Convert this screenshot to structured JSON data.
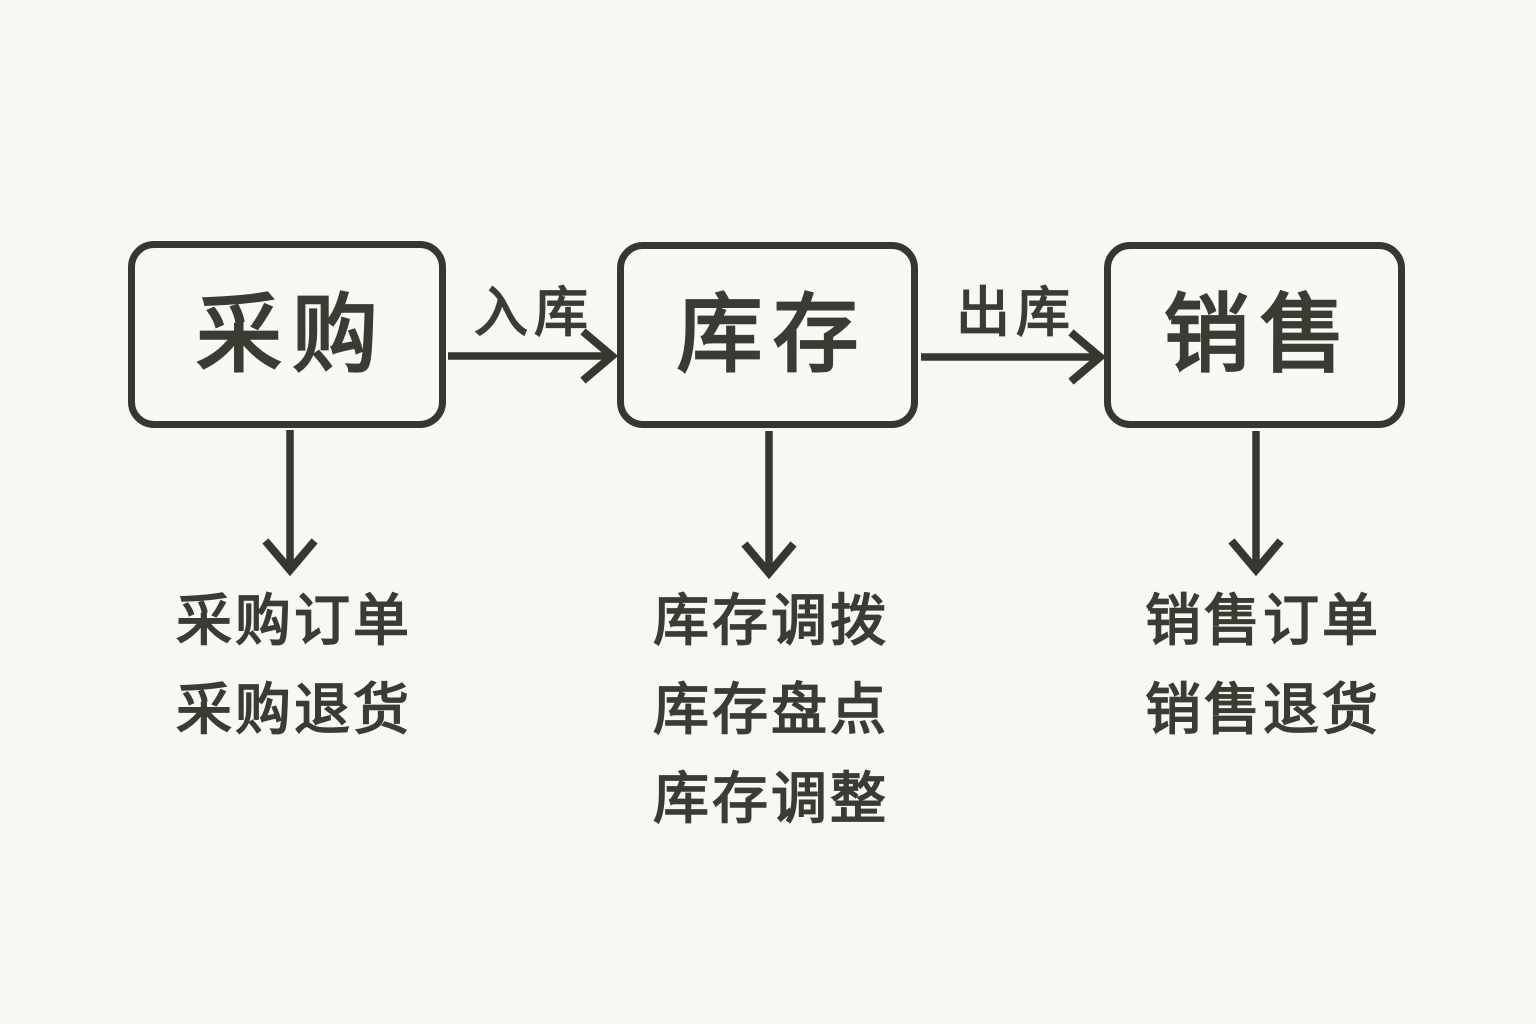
{
  "diagram": {
    "title_implied": "inventory-flow-diagram",
    "colors": {
      "background": "#f8f7f3",
      "stroke": "#38372f",
      "text": "#3b3a33"
    },
    "nodes": [
      {
        "id": "procurement",
        "label": "采购"
      },
      {
        "id": "inventory",
        "label": "库存"
      },
      {
        "id": "sales",
        "label": "销售"
      }
    ],
    "flow_arrows": [
      {
        "from": "procurement",
        "to": "inventory",
        "label": "入库"
      },
      {
        "from": "inventory",
        "to": "sales",
        "label": "出库"
      }
    ],
    "detail_lists": {
      "procurement": [
        "采购订单",
        "采购退货"
      ],
      "inventory": [
        "库存调拨",
        "库存盘点",
        "库存调整"
      ],
      "sales": [
        "销售订单",
        "销售退货"
      ]
    }
  }
}
